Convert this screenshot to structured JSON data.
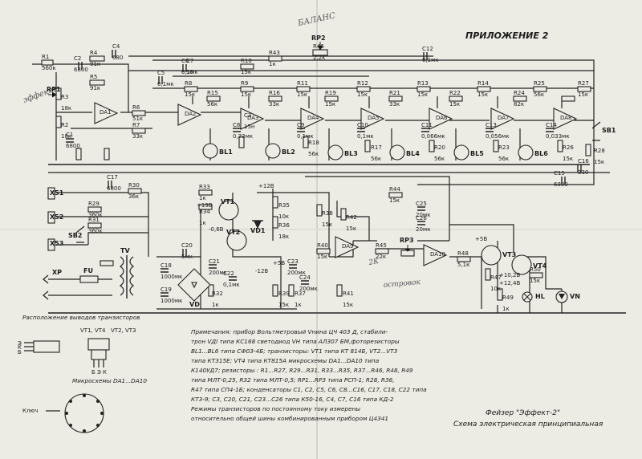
{
  "title": "ПРИЛОЖЕНИЕ 2",
  "handwritten": {
    "balance": "БАЛАНС",
    "effect": "эффект",
    "g": "2К",
    "t": "островок"
  },
  "caption": {
    "line1": "Фейзер \"Эффект-2\"",
    "line2": "Схема электрическая принципиальная"
  },
  "notes": [
    "Примечания: прибор Вольтметровый Vнина ЦЧ 403 Д, стабили-",
    "трон VДl типа КС168 светодиод VH типа АЛ307 БМ,фоторезисторы",
    "BL1...BL6 типа СФ03-4Б; транзисторы: VT1 типа КТ 814Б, VT2...VT3",
    "типа КТ315Е; VT4 типа КТ815А микросхемы DA1...DA10 типа",
    "К140УД7; резисторы : R1...R27, R29...R31, R33...R35, R37...R46, R48, R49",
    "типа МЛТ-0,25, R32 типа МЛТ-0,5; RP1...RP3 типа РСП-1; R28, R36,",
    "R47 типа СП4-1Б; конденсаторы C1, C2, C5, C6, C8...C16, C17, C18, C22 типа",
    "КТ3-9; C3, C20, C21, C23...C26 типа К50-16, C4, C7, C16 типа КД-2",
    "Режимы транзисторов по постоянному току измерены",
    "относительно общей шины комбинированным прибором Ц4341"
  ],
  "legend": {
    "pinout_title": "Расположение выводов транзисторов",
    "pinout_a": "VT1, VT4",
    "pinout_b": "VT2, VT3",
    "ic_title": "Микросхемы DA1...DA10",
    "ic_key": "Ключ",
    "pins_a": [
      "Э",
      "К",
      "Б"
    ],
    "pins_b": [
      "Б",
      "Э",
      "К"
    ]
  },
  "opamps": [
    "DA1",
    "DA2",
    "DA3",
    "DA4",
    "DA5",
    "DA6",
    "DA7",
    "DA8",
    "DA9",
    "DA10"
  ],
  "photoresistors": [
    "BL1",
    "BL2",
    "BL3",
    "BL4",
    "BL5",
    "BL6"
  ],
  "connectors": [
    "X51",
    "X52",
    "X53",
    "XP"
  ],
  "transistors": [
    "VT1",
    "VT2",
    "VT3",
    "VT4"
  ],
  "switches": [
    "SB1",
    "SB2"
  ],
  "potentiometers": [
    "RP1",
    "RP2",
    "RP3"
  ],
  "misc": {
    "fuse": "FU",
    "transformer": "TV",
    "bridge": "VD",
    "zener": "VD1",
    "lamp": "HL",
    "meter": "VN"
  },
  "voltages": [
    "+19В",
    "+12В",
    "-12В",
    "+5В",
    "+5В",
    "+10,2В",
    "+12,4В",
    "-0,6В"
  ],
  "resistors": {
    "R1": "560к",
    "R2": "18к",
    "R3": "18к",
    "R4": "91к",
    "R5": "91к",
    "R6": "51к",
    "R7": "33к",
    "R8": "15к",
    "R9": "15к",
    "R10": "15к",
    "R11": "15к",
    "R12": "15к",
    "R13": "15к",
    "R14": "15к",
    "R15": "56к",
    "R16": "33к",
    "R17": "56к",
    "R18": "56к",
    "R19": "15к",
    "R20": "56к",
    "R21": "33к",
    "R22": "15к",
    "R23": "56к",
    "R24": "82к",
    "R25": "56к",
    "R26": "15к",
    "R27": "15к",
    "R28": "15к",
    "R29": "360к",
    "R30": "36к",
    "R31": "360к",
    "R32": "1к",
    "R33": "1к",
    "R34": "1к",
    "R35": "10к",
    "R36": "18к",
    "R37": "1к",
    "R38": "15к",
    "R39": "15к",
    "R40": "15к",
    "R41": "15к",
    "R42": "15к",
    "R43": "1к",
    "R44": "15к",
    "R45": "22к",
    "R46": "2,2к",
    "R47": "10к",
    "R48": "5,1к",
    "R49": "1к",
    "R50": "15к"
  },
  "capacitors": {
    "C1": "6800",
    "C2": "6800",
    "C3": "15н",
    "C4": "680",
    "C5": "0,1мк",
    "C6": "0,1мк",
    "C7": "30",
    "C8": "0,22мк",
    "C9": "0,1мк",
    "C10": "0,1мк",
    "C11": "0,066мк",
    "C12": "0,1мк",
    "C13": "0,056мк",
    "C14": "0,033мк",
    "C15": "6800",
    "C16": "330",
    "C17": "6800",
    "C18": "1000мк",
    "C19": "1000мк",
    "C20": "5мк",
    "C21": "200мк",
    "C22": "0,1мк",
    "C23": "200мк",
    "C24": "200мк",
    "C25": "20мк",
    "C26": "20мк"
  }
}
